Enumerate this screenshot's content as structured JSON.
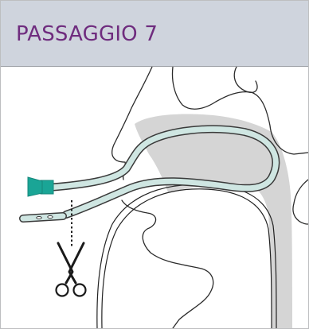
{
  "header": {
    "step_title": "PASSAGGIO 7",
    "background_color": "#cfd4dd",
    "title_color": "#6f2c7e"
  },
  "illustration": {
    "icons": [
      "head-profile-outline",
      "nasal-passage-shading",
      "feeding-tube",
      "tube-connector-icon",
      "cut-tube-segment",
      "cut-guide-line",
      "scissors-icon"
    ],
    "colors": {
      "tube_fill": "#cfe6e2",
      "tube_outline": "#444444",
      "connector": "#1aa596",
      "airway_shading": "#d5d5d5",
      "outline": "#2b2b2b"
    }
  }
}
